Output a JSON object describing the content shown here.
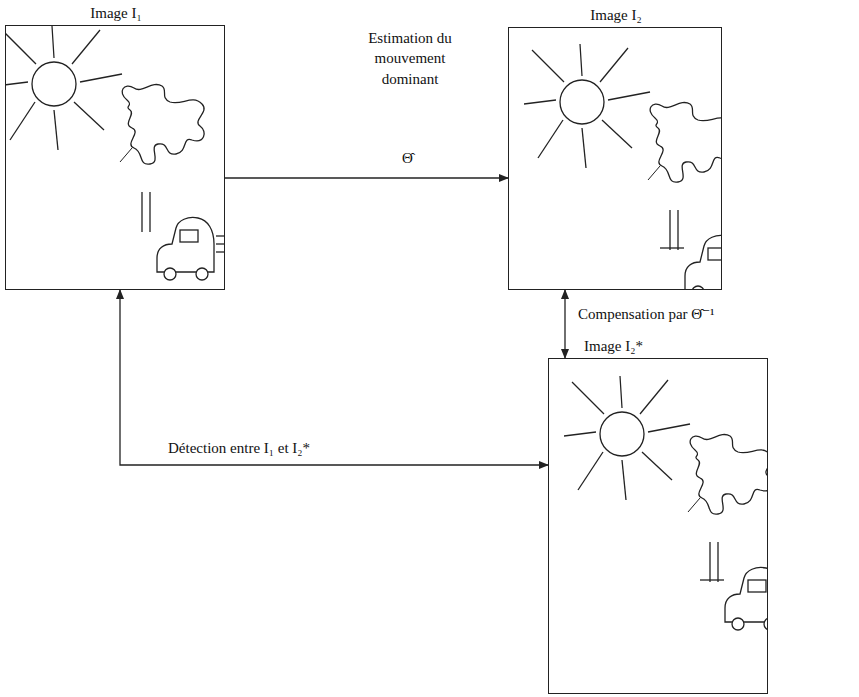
{
  "diagram": {
    "nodes": [
      {
        "text": [
          "Image I₁"
        ]
      },
      {
        "text": [
          "Image I₂"
        ]
      },
      {
        "text": [
          "Image I₂*"
        ]
      }
    ],
    "edges": [
      {
        "from": 0,
        "to": 1,
        "arrow": "to",
        "label": "Estimation du mouvement dominant"
      },
      {
        "from": 1,
        "to": 2,
        "arrow": "both",
        "label": "Compensation par Θ̂⁻¹"
      },
      {
        "from": 0,
        "to": 2,
        "arrow": "both",
        "label": "Détection entre I₁ et I₂*"
      }
    ],
    "labels": [
      "Θ̂"
    ]
  }
}
